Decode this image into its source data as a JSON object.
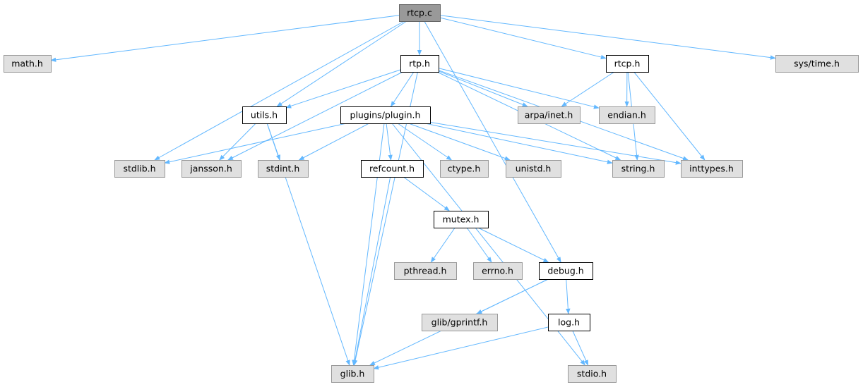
{
  "colors": {
    "edge": "#63b8ff",
    "root_fill": "#999999",
    "root_stroke": "#666666",
    "doc_fill": "#ffffff",
    "doc_stroke": "#000000",
    "sys_fill": "#e0e0e0",
    "sys_stroke": "#999999"
  },
  "nodes": [
    {
      "id": "rtcp_c",
      "label": "rtcp.c",
      "kind": "root"
    },
    {
      "id": "math_h",
      "label": "math.h",
      "kind": "system"
    },
    {
      "id": "rtp_h",
      "label": "rtp.h",
      "kind": "documented"
    },
    {
      "id": "rtcp_h",
      "label": "rtcp.h",
      "kind": "documented"
    },
    {
      "id": "sys_time_h",
      "label": "sys/time.h",
      "kind": "system"
    },
    {
      "id": "utils_h",
      "label": "utils.h",
      "kind": "documented"
    },
    {
      "id": "plugin_h",
      "label": "plugins/plugin.h",
      "kind": "documented"
    },
    {
      "id": "arpa_inet_h",
      "label": "arpa/inet.h",
      "kind": "system"
    },
    {
      "id": "endian_h",
      "label": "endian.h",
      "kind": "system"
    },
    {
      "id": "stdlib_h",
      "label": "stdlib.h",
      "kind": "system"
    },
    {
      "id": "jansson_h",
      "label": "jansson.h",
      "kind": "system"
    },
    {
      "id": "stdint_h",
      "label": "stdint.h",
      "kind": "system"
    },
    {
      "id": "refcount_h",
      "label": "refcount.h",
      "kind": "documented"
    },
    {
      "id": "ctype_h",
      "label": "ctype.h",
      "kind": "system"
    },
    {
      "id": "unistd_h",
      "label": "unistd.h",
      "kind": "system"
    },
    {
      "id": "string_h",
      "label": "string.h",
      "kind": "system"
    },
    {
      "id": "inttypes_h",
      "label": "inttypes.h",
      "kind": "system"
    },
    {
      "id": "mutex_h",
      "label": "mutex.h",
      "kind": "documented"
    },
    {
      "id": "pthread_h",
      "label": "pthread.h",
      "kind": "system"
    },
    {
      "id": "errno_h",
      "label": "errno.h",
      "kind": "system"
    },
    {
      "id": "debug_h",
      "label": "debug.h",
      "kind": "documented"
    },
    {
      "id": "gprintf_h",
      "label": "glib/gprintf.h",
      "kind": "system"
    },
    {
      "id": "log_h",
      "label": "log.h",
      "kind": "documented"
    },
    {
      "id": "glib_h",
      "label": "glib.h",
      "kind": "system"
    },
    {
      "id": "stdio_h",
      "label": "stdio.h",
      "kind": "system"
    }
  ],
  "edges": [
    [
      "rtcp_c",
      "math_h"
    ],
    [
      "rtcp_c",
      "rtp_h"
    ],
    [
      "rtcp_c",
      "rtcp_h"
    ],
    [
      "rtcp_c",
      "sys_time_h"
    ],
    [
      "rtcp_c",
      "utils_h"
    ],
    [
      "rtcp_c",
      "stdlib_h"
    ],
    [
      "rtcp_c",
      "debug_h"
    ],
    [
      "rtp_h",
      "utils_h"
    ],
    [
      "rtp_h",
      "plugin_h"
    ],
    [
      "rtp_h",
      "arpa_inet_h"
    ],
    [
      "rtp_h",
      "endian_h"
    ],
    [
      "rtp_h",
      "jansson_h"
    ],
    [
      "rtp_h",
      "string_h"
    ],
    [
      "rtp_h",
      "inttypes_h"
    ],
    [
      "rtp_h",
      "glib_h"
    ],
    [
      "rtcp_h",
      "arpa_inet_h"
    ],
    [
      "rtcp_h",
      "endian_h"
    ],
    [
      "rtcp_h",
      "string_h"
    ],
    [
      "rtcp_h",
      "inttypes_h"
    ],
    [
      "utils_h",
      "jansson_h"
    ],
    [
      "utils_h",
      "stdint_h"
    ],
    [
      "utils_h",
      "glib_h"
    ],
    [
      "plugin_h",
      "stdlib_h"
    ],
    [
      "plugin_h",
      "stdint_h"
    ],
    [
      "plugin_h",
      "refcount_h"
    ],
    [
      "plugin_h",
      "ctype_h"
    ],
    [
      "plugin_h",
      "unistd_h"
    ],
    [
      "plugin_h",
      "string_h"
    ],
    [
      "plugin_h",
      "inttypes_h"
    ],
    [
      "plugin_h",
      "glib_h"
    ],
    [
      "plugin_h",
      "stdio_h"
    ],
    [
      "refcount_h",
      "mutex_h"
    ],
    [
      "refcount_h",
      "glib_h"
    ],
    [
      "mutex_h",
      "pthread_h"
    ],
    [
      "mutex_h",
      "errno_h"
    ],
    [
      "mutex_h",
      "debug_h"
    ],
    [
      "debug_h",
      "gprintf_h"
    ],
    [
      "debug_h",
      "log_h"
    ],
    [
      "debug_h",
      "glib_h"
    ],
    [
      "log_h",
      "glib_h"
    ],
    [
      "log_h",
      "stdio_h"
    ]
  ]
}
